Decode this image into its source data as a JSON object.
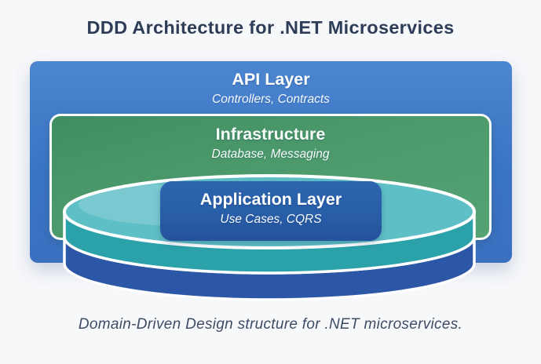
{
  "title": "DDD Architecture for .NET Microservices",
  "caption": "Domain-Driven Design structure for .NET microservices.",
  "layers": {
    "api": {
      "label": "API Layer",
      "sublabel": "Controllers, Contracts"
    },
    "infrastructure": {
      "label": "Infrastructure",
      "sublabel": "Database, Messaging"
    },
    "application": {
      "label": "Application Layer",
      "sublabel": "Use Cases, CQRS"
    }
  },
  "colors": {
    "background": "#f7f8fa",
    "title_color": "#2e3d57",
    "caption_color": "#3e4c66",
    "api_fill": "#3d77c6",
    "infrastructure_fill": "#4c9a6c",
    "application_fill": "#295fa9",
    "cylinder_top": "#5fbfc7",
    "cylinder_side": "#2ba1a9",
    "cylinder_base": "#2b57a6",
    "outline_white": "#ffffff"
  }
}
